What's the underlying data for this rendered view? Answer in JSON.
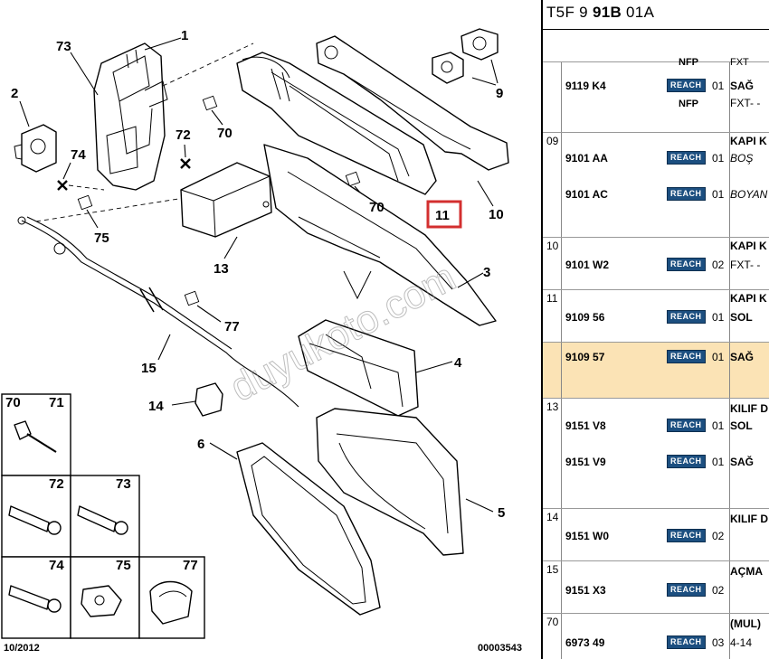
{
  "diagram": {
    "callouts": [
      "1",
      "73",
      "2",
      "74",
      "75",
      "72",
      "70",
      "13",
      "70",
      "11",
      "10",
      "9",
      "3",
      "77",
      "15",
      "4",
      "14",
      "6",
      "5"
    ],
    "watermark": "duyukoto.com",
    "footer_date": "10/2012",
    "footer_code": "00003543",
    "highlighted_callout": "11",
    "highlight_color": "#d32f2f",
    "inset_labels": [
      "70",
      "71",
      "72",
      "73",
      "74",
      "75",
      "77"
    ]
  },
  "catalog": {
    "title_prefix": "T5F 9 ",
    "title_bold": "91B",
    "title_suffix": " 01A",
    "reach_label": "REACH",
    "highlight_color": "#fbe3b5",
    "groups": [
      {
        "no": "",
        "rows": [
          {
            "ref": "9119 K4",
            "qty": "01",
            "desc": "SAĞ",
            "top_nfp": "NFP",
            "bottom_nfp": "NFP",
            "sub": "FXT- -",
            "top_partial": "FXT"
          }
        ]
      },
      {
        "no": "09",
        "desc": "KAPI K",
        "rows": [
          {
            "ref": "9101 AA",
            "qty": "01",
            "desc": "BOŞ"
          },
          {
            "ref": "9101 AC",
            "qty": "01",
            "desc": "BOYAN"
          }
        ]
      },
      {
        "no": "10",
        "desc": "KAPI K",
        "rows": [
          {
            "ref": "9101 W2",
            "qty": "02",
            "desc": "FXT- -"
          }
        ]
      },
      {
        "no": "11",
        "desc": "KAPI K",
        "rows": [
          {
            "ref": "9109 56",
            "qty": "01",
            "desc": "SOL"
          }
        ]
      },
      {
        "no": "",
        "highlight": true,
        "rows": [
          {
            "ref": "9109 57",
            "qty": "01",
            "desc": "SAĞ"
          }
        ]
      },
      {
        "no": "13",
        "desc": "KILIF D",
        "rows": [
          {
            "ref": "9151 V8",
            "qty": "01",
            "desc": "SOL"
          },
          {
            "ref": "9151 V9",
            "qty": "01",
            "desc": "SAĞ"
          }
        ]
      },
      {
        "no": "14",
        "desc": "KILIF D",
        "rows": [
          {
            "ref": "9151 W0",
            "qty": "02",
            "desc": ""
          }
        ]
      },
      {
        "no": "15",
        "desc": "AÇMA",
        "rows": [
          {
            "ref": "9151 X3",
            "qty": "02",
            "desc": ""
          }
        ]
      },
      {
        "no": "70",
        "desc": "(MUL)",
        "rows": [
          {
            "ref": "6973 49",
            "qty": "03",
            "desc": "4-14"
          }
        ]
      }
    ]
  }
}
